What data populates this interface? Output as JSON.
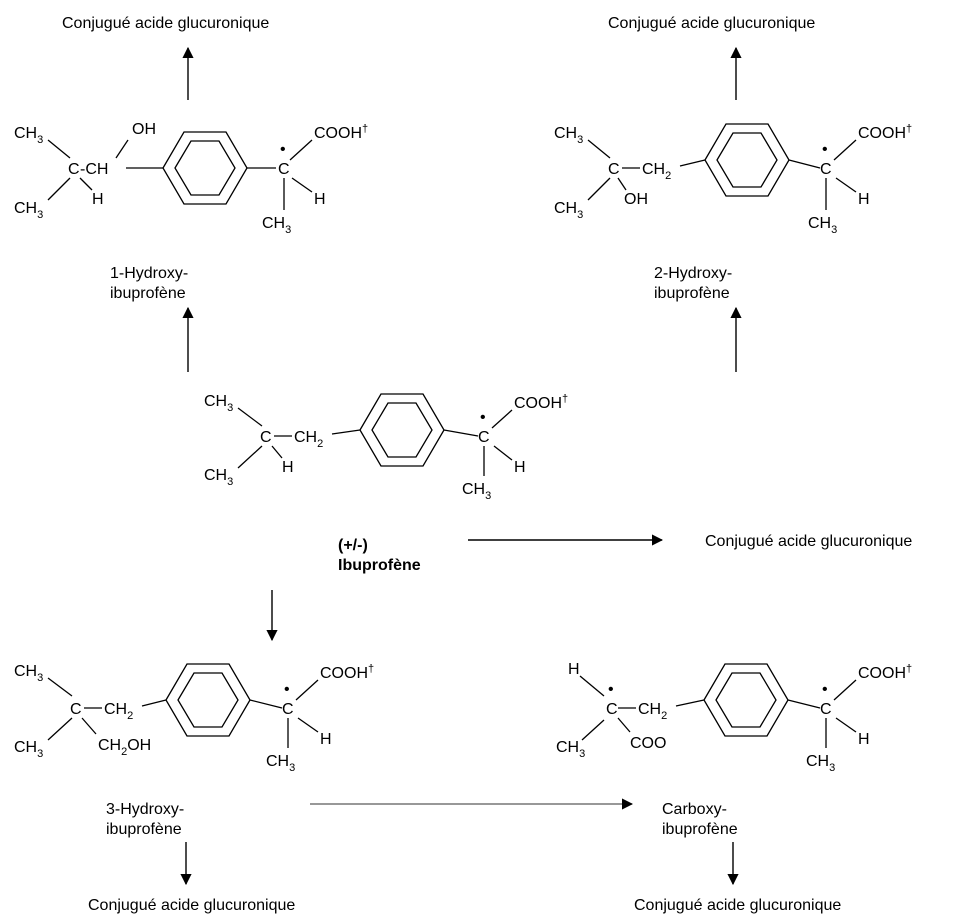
{
  "labels": {
    "conj": "Conjugué acide glucuronique",
    "hydroxy1_line1": "1-Hydroxy-",
    "hydroxy1_line2": "ibuprofène",
    "hydroxy2_line1": "2-Hydroxy-",
    "hydroxy2_line2": "ibuprofène",
    "hydroxy3_line1": "3-Hydroxy-",
    "hydroxy3_line2": "ibuprofène",
    "carboxy_line1": "Carboxy-",
    "carboxy_line2": "ibuprofène",
    "ibu_line1": "(+/-)",
    "ibu_line2": "Ibuprofène"
  },
  "chem": {
    "ch": "CH",
    "ch2": "CH",
    "sub3": "3",
    "sub2": "2",
    "c": "C",
    "h": "H",
    "oh": "OH",
    "cooh": "COOH",
    "dagger": "†",
    "ch2oh_pre": "CH",
    "ch2oh_post": "OH",
    "coo": "COO",
    "dash_ch": "-CH",
    "dot": "•"
  }
}
